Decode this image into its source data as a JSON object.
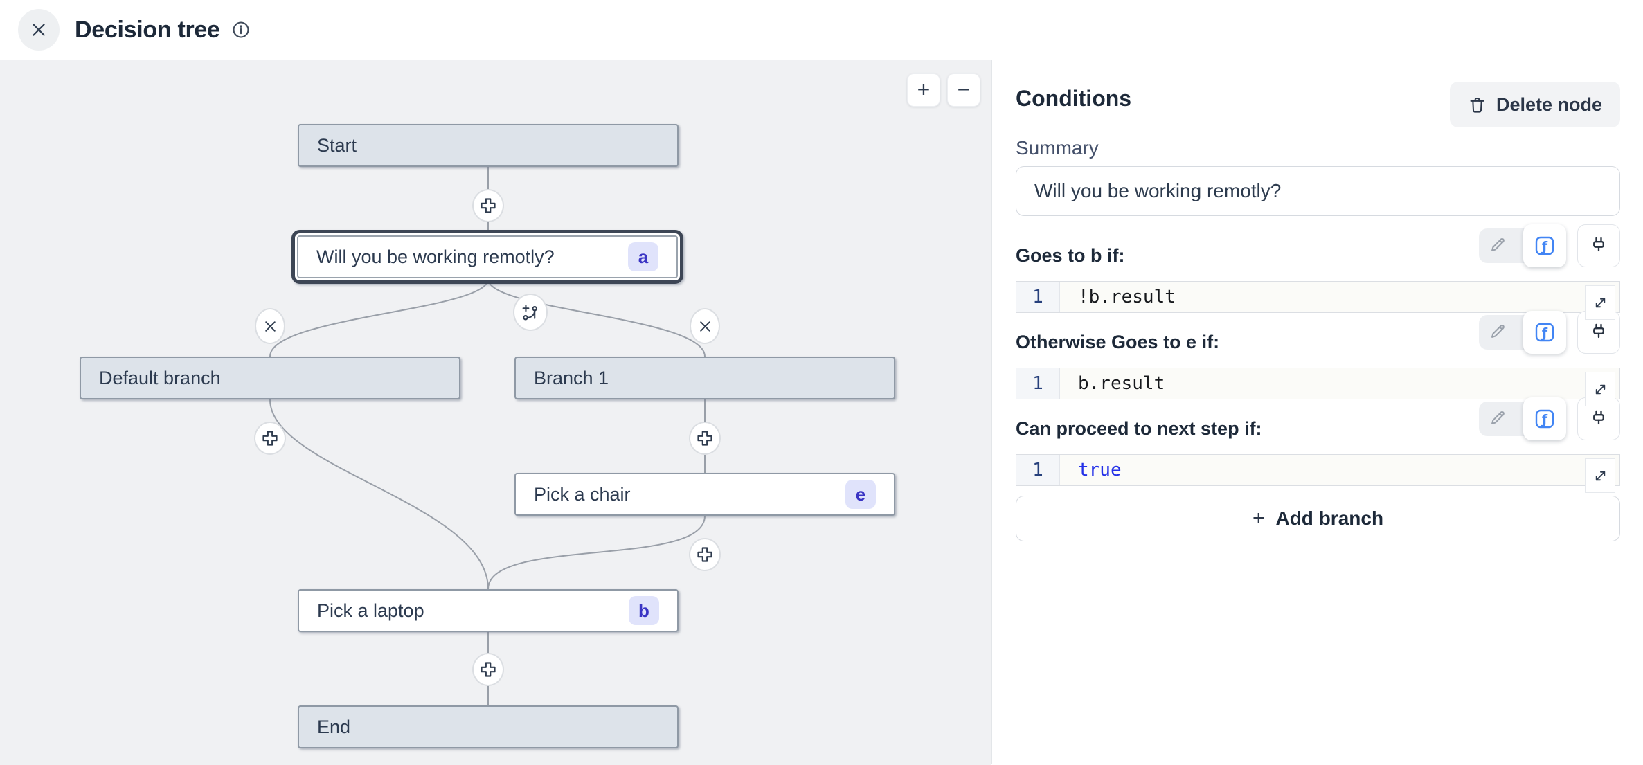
{
  "header": {
    "title": "Decision tree"
  },
  "canvas": {
    "zoom_in": "+",
    "zoom_out": "−",
    "nodes": {
      "start": {
        "label": "Start"
      },
      "question": {
        "label": "Will you be working remotly?",
        "badge": "a"
      },
      "default_branch": {
        "label": "Default branch"
      },
      "branch_1": {
        "label": "Branch 1"
      },
      "pick_a_chair": {
        "label": "Pick a chair",
        "badge": "e"
      },
      "pick_a_laptop": {
        "label": "Pick a laptop",
        "badge": "b"
      },
      "end": {
        "label": "End"
      }
    }
  },
  "panel": {
    "title": "Conditions",
    "delete_node_label": "Delete node",
    "summary_label": "Summary",
    "summary_value": "Will you be working remotly?",
    "conditions": [
      {
        "label": "Goes to b if:",
        "line_number": "1",
        "code": "!b.result",
        "code_color": "#17191d"
      },
      {
        "label": "Otherwise Goes to e if:",
        "line_number": "1",
        "code": "b.result",
        "code_color": "#17191d"
      },
      {
        "label": "Can proceed to next step if:",
        "line_number": "1",
        "code": "true",
        "code_color": "#2431e8"
      }
    ],
    "add_branch_plus": "+",
    "add_branch_label": "Add branch"
  },
  "colors": {
    "accent_blue": "#4285f4",
    "badge_bg": "#e0e3fb",
    "badge_text": "#3a34c4",
    "selection_ring": "#3d4655",
    "code_true_blue": "#2431e8",
    "canvas_bg": "#f0f1f3"
  }
}
